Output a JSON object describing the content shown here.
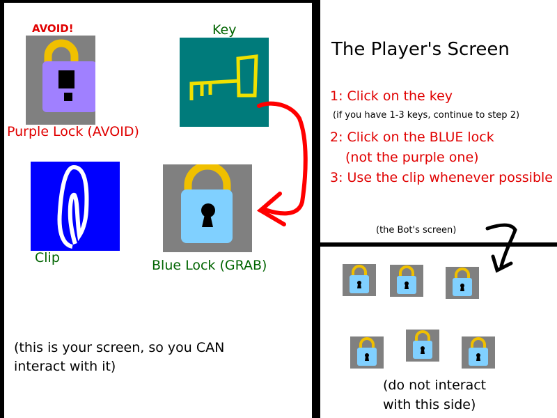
{
  "player_area": {
    "avoid_tag": "AVOID!",
    "key_label": "Key",
    "purple_lock_label": "Purple Lock (AVOID)",
    "clip_label": "Clip",
    "blue_lock_label": "Blue Lock (GRAB)",
    "note_line1": "(this is your screen, so you CAN",
    "note_line2": "interact with it)"
  },
  "instructions": {
    "title": "The Player's Screen",
    "step1": "1: Click on the key",
    "step1_note": "(if you have 1-3 keys, continue to step 2)",
    "step2": "2: Click on the BLUE lock",
    "step2_note": "(not the purple one)",
    "step3": "3: Use the clip whenever possible"
  },
  "bot_area": {
    "label": "(the Bot's screen)",
    "note_line1": "(do not interact",
    "note_line2": "with this side)",
    "lock_count": 6
  },
  "colors": {
    "tile_gray": "#808080",
    "key_bg": "#007b7b",
    "clip_bg": "#0000ff",
    "purple_lock": "#a080ff",
    "blue_lock": "#80d0ff",
    "shackle_gold": "#f0c000",
    "instruction_red": "#e00000",
    "label_green": "#006400"
  },
  "icons": [
    "purple-lock-icon",
    "key-icon",
    "paperclip-icon",
    "blue-lock-icon",
    "red-arrow-icon",
    "black-arrow-icon"
  ]
}
